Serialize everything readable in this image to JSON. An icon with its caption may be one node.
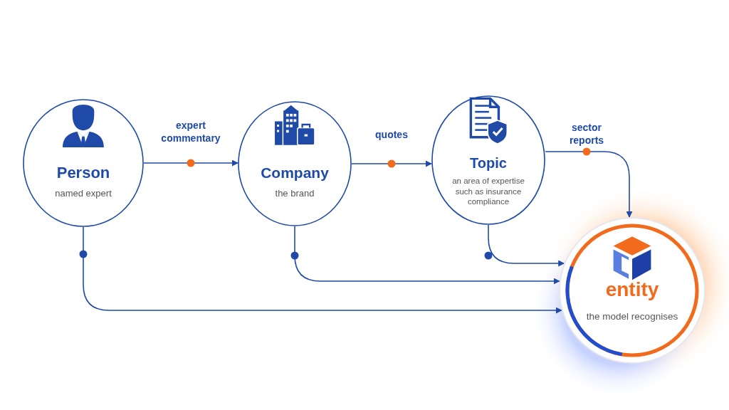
{
  "diagram": {
    "nodes": [
      {
        "text": [
          "Person",
          "named expert"
        ]
      },
      {
        "text": [
          "Company",
          "the brand"
        ]
      },
      {
        "text": [
          "Topic",
          "an area of expertise such as insurance compliance"
        ]
      },
      {
        "text": [
          "entity",
          "the model recognises"
        ]
      }
    ],
    "edges": [
      {
        "from": 0,
        "to": 1,
        "arrow": "to",
        "label": "expert commentary"
      },
      {
        "from": 1,
        "to": 2,
        "arrow": "to",
        "label": "quotes"
      },
      {
        "from": 2,
        "to": 3,
        "arrow": "to",
        "label": "sector reports"
      },
      {
        "from": 2,
        "to": 3,
        "arrow": "to"
      },
      {
        "from": 1,
        "to": 3,
        "arrow": "to"
      },
      {
        "from": 0,
        "to": 3,
        "arrow": "to"
      }
    ]
  }
}
